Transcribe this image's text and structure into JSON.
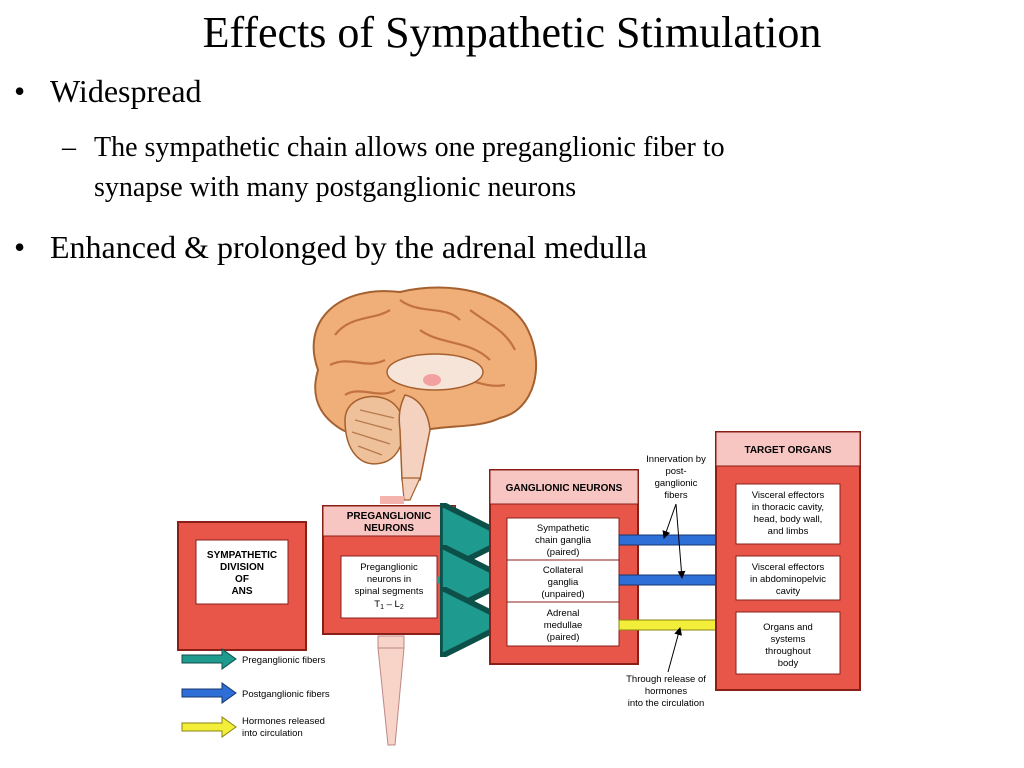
{
  "slide": {
    "title": "Effects of Sympathetic Stimulation",
    "bullet_1": "Widespread",
    "sub_bullet_1": "The sympathetic chain allows one preganglionic fiber to synapse with many postganglionic neurons",
    "sub_bullet_1_line1": "The sympathetic chain allows one preganglionic fiber to",
    "sub_bullet_1_line2": "synapse with many postganglionic neurons",
    "bullet_2": "Enhanced & prolonged by the adrenal medulla",
    "bullet_mark": "•",
    "dash_mark": "–"
  },
  "diagram": {
    "division_box": {
      "lines": [
        "SYMPATHETIC",
        "DIVISION",
        "OF",
        "ANS"
      ]
    },
    "preganglionic": {
      "header": [
        "PREGANGLIONIC",
        "NEURONS"
      ],
      "body": [
        "Preganglionic",
        "neurons in",
        "spinal segments"
      ],
      "segments": "T1 – L2",
      "seg_t": "T",
      "seg_1": "1",
      "seg_dash": " – L",
      "seg_2": "2"
    },
    "ganglionic": {
      "header": "GANGLIONIC NEURONS",
      "items": [
        [
          "Sympathetic",
          "chain ganglia",
          "(paired)"
        ],
        [
          "Collateral",
          "ganglia",
          "(unpaired)"
        ],
        [
          "Adrenal",
          "medullae",
          "(paired)"
        ]
      ]
    },
    "target": {
      "header": "TARGET ORGANS",
      "items": [
        [
          "Visceral effectors",
          "in thoracic cavity,",
          "head, body wall,",
          "and limbs"
        ],
        [
          "Visceral effectors",
          "in abdominopelvic",
          "cavity"
        ],
        [
          "Organs and",
          "systems",
          "throughout",
          "body"
        ]
      ]
    },
    "note_innervation": [
      "Innervation by",
      "post-",
      "ganglionic",
      "fibers"
    ],
    "note_hormones": [
      "Through release of",
      "hormones",
      "into the circulation"
    ],
    "legend": [
      {
        "label": [
          "Preganglionic fibers"
        ],
        "color": "#1f9a8f"
      },
      {
        "label": [
          "Postganglionic fibers"
        ],
        "color": "#2d6fd6"
      },
      {
        "label": [
          "Hormones released",
          "into circulation"
        ],
        "color": "#f2ee3a"
      }
    ],
    "colors": {
      "box_red": "#e8564a",
      "box_border": "#8a1f18",
      "header_pink": "#f7c6c2",
      "brain": "#f0ae78",
      "spinal": "#f8d3c8"
    }
  }
}
